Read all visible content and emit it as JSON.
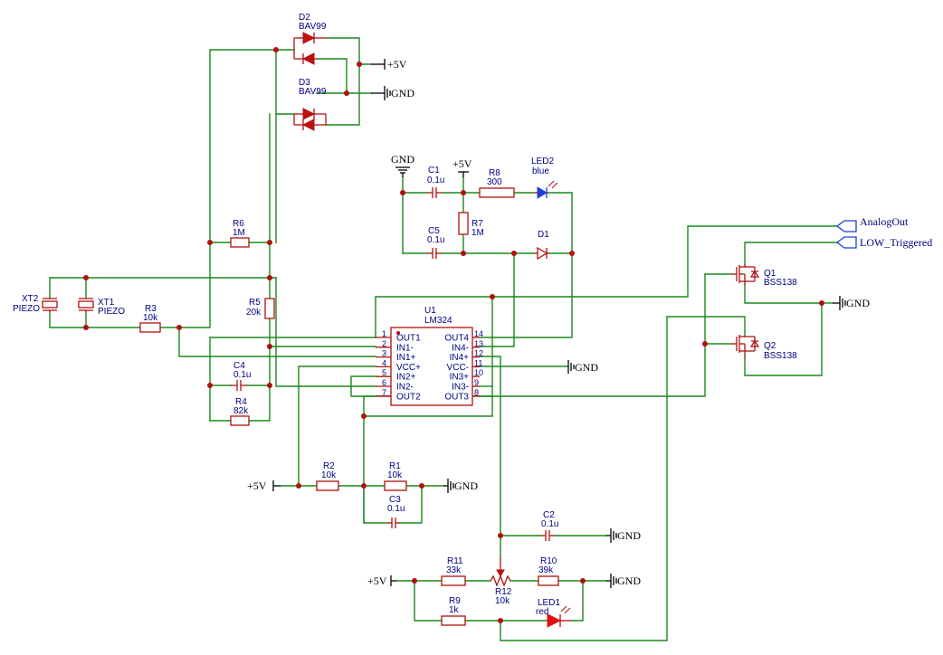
{
  "power": {
    "p5v": "+5V",
    "gnd": "GND"
  },
  "nets": {
    "analog_out": "AnalogOut",
    "low_triggered": "LOW_Triggered"
  },
  "components": {
    "d2": {
      "ref": "D2",
      "value": "BAV99"
    },
    "d3": {
      "ref": "D3",
      "value": "BAV99"
    },
    "r6": {
      "ref": "R6",
      "value": "1M"
    },
    "r5": {
      "ref": "R5",
      "value": "20k"
    },
    "r3": {
      "ref": "R3",
      "value": "10k"
    },
    "r4": {
      "ref": "R4",
      "value": "82k"
    },
    "c4": {
      "ref": "C4",
      "value": "0.1u"
    },
    "xt1": {
      "ref": "XT1",
      "value": "PIEZO"
    },
    "xt2": {
      "ref": "XT2",
      "value": "PIEZO"
    },
    "c1": {
      "ref": "C1",
      "value": "0.1u"
    },
    "r8": {
      "ref": "R8",
      "value": "300"
    },
    "led2": {
      "ref": "LED2",
      "value": "blue"
    },
    "r7": {
      "ref": "R7",
      "value": "1M"
    },
    "c5": {
      "ref": "C5",
      "value": "0.1u"
    },
    "d1": {
      "ref": "D1",
      "value": ""
    },
    "u1": {
      "ref": "U1",
      "value": "LM324"
    },
    "q1": {
      "ref": "Q1",
      "value": "BSS138"
    },
    "q2": {
      "ref": "Q2",
      "value": "BSS138"
    },
    "r2": {
      "ref": "R2",
      "value": "10k"
    },
    "r1": {
      "ref": "R1",
      "value": "10k"
    },
    "c3": {
      "ref": "C3",
      "value": "0.1u"
    },
    "c2": {
      "ref": "C2",
      "value": "0.1u"
    },
    "r11": {
      "ref": "R11",
      "value": "33k"
    },
    "r12": {
      "ref": "R12",
      "value": "10k"
    },
    "r10": {
      "ref": "R10",
      "value": "39k"
    },
    "r9": {
      "ref": "R9",
      "value": "1k"
    },
    "led1": {
      "ref": "LED1",
      "value": "red"
    }
  },
  "u1_pins": {
    "left": [
      {
        "num": "1",
        "name": "OUT1"
      },
      {
        "num": "2",
        "name": "IN1-"
      },
      {
        "num": "3",
        "name": "IN1+"
      },
      {
        "num": "4",
        "name": "VCC+"
      },
      {
        "num": "5",
        "name": "IN2+"
      },
      {
        "num": "6",
        "name": "IN2-"
      },
      {
        "num": "7",
        "name": "OUT2"
      }
    ],
    "right": [
      {
        "num": "14",
        "name": "OUT4"
      },
      {
        "num": "13",
        "name": "IN4-"
      },
      {
        "num": "12",
        "name": "IN4+"
      },
      {
        "num": "11",
        "name": "VCC-"
      },
      {
        "num": "10",
        "name": "IN3+"
      },
      {
        "num": "9",
        "name": "IN3-"
      },
      {
        "num": "8",
        "name": "OUT3"
      }
    ]
  },
  "colors": {
    "wire": "#1a8a1a",
    "component": "#b01010",
    "label": "#000080",
    "led_red": "#e01010",
    "led_blue": "#1a40e0"
  }
}
